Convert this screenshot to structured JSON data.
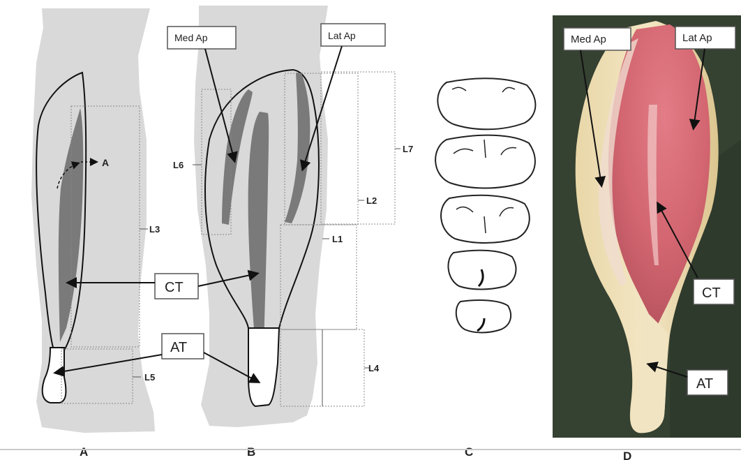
{
  "panels": {
    "a": "A",
    "b": "B",
    "c": "C",
    "d": "D"
  },
  "labels": {
    "med_ap": "Med Ap",
    "lat_ap": "Lat Ap",
    "ct": "CT",
    "at": "AT",
    "arrow_a": "A",
    "l1": "L1",
    "l2": "L2",
    "l3": "L3",
    "l4": "L4",
    "l5": "L5",
    "l6": "L6",
    "l7": "L7"
  },
  "colors": {
    "leg_silhouette": "#d9d9d9",
    "aponeurosis": "#7a7a7a",
    "photo_background": "#2e3a2c",
    "muscle": "#d66a72"
  }
}
